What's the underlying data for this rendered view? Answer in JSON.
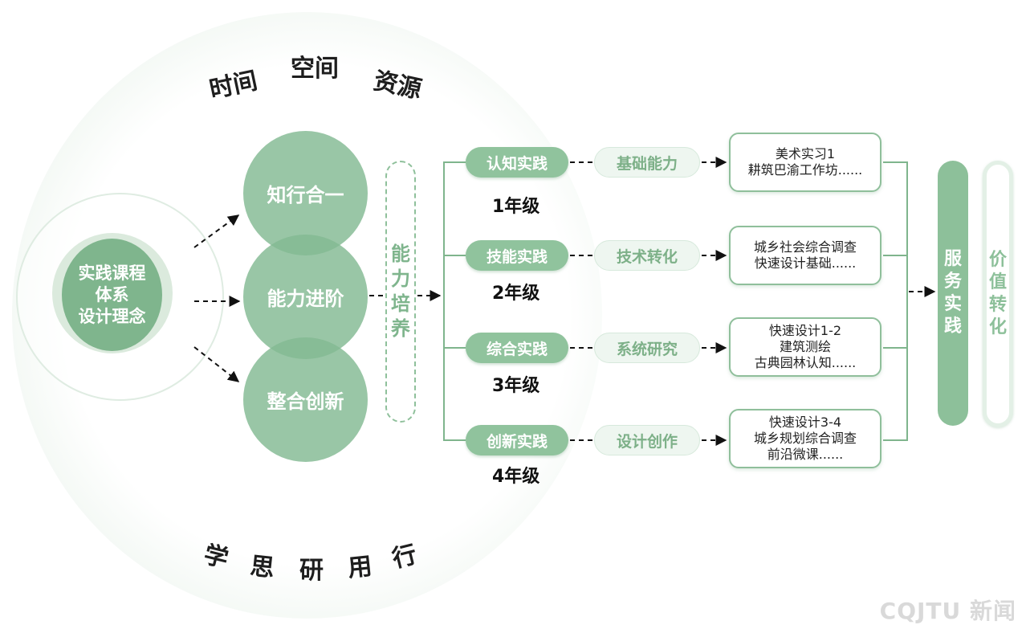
{
  "core": {
    "line1": "实践课程",
    "line2": "体系",
    "line3": "设计理念"
  },
  "top_arc": [
    "时间",
    "空间",
    "资源"
  ],
  "bottom_arc": [
    "学",
    "思",
    "研",
    "用",
    "行"
  ],
  "pillars": [
    "知行合一",
    "能力进阶",
    "整合创新"
  ],
  "cultivation": [
    "能",
    "力",
    "培",
    "养"
  ],
  "practices": [
    {
      "label": "认知实践",
      "grade": "1年级",
      "ability": "基础能力",
      "courses": [
        "美术实习1",
        "耕筑巴渝工作坊......"
      ]
    },
    {
      "label": "技能实践",
      "grade": "2年级",
      "ability": "技术转化",
      "courses": [
        "城乡社会综合调查",
        "快速设计基础......"
      ]
    },
    {
      "label": "综合实践",
      "grade": "3年级",
      "ability": "系统研究",
      "courses": [
        "快速设计1-2",
        "建筑测绘",
        "古典园林认知......"
      ]
    },
    {
      "label": "创新实践",
      "grade": "4年级",
      "ability": "设计创作",
      "courses": [
        "快速设计3-4",
        "城乡规划综合调查",
        "前沿微课......"
      ]
    }
  ],
  "service": [
    "服",
    "务",
    "实",
    "践"
  ],
  "value": [
    "价",
    "值",
    "转",
    "化"
  ],
  "watermark": "CQJTU 新闻",
  "colors": {
    "accent": "#8dc09a",
    "dark_green": "#7fb58d",
    "light_green": "#eef6f0"
  }
}
